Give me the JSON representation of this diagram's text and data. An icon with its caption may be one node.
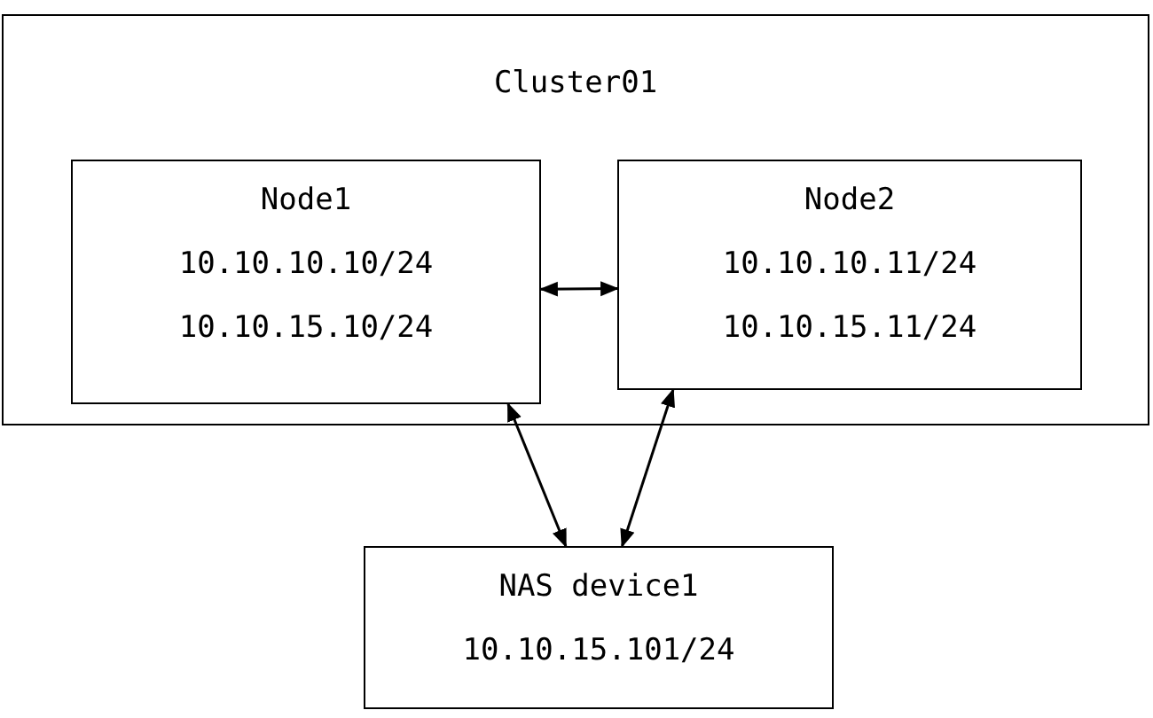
{
  "diagram": {
    "nodes": [
      {
        "text": [
          "Cluster01"
        ]
      },
      {
        "text": [
          "Node1",
          "10.10.10.10/24",
          "10.10.15.10/24"
        ],
        "in": 0
      },
      {
        "text": [
          "Node2",
          "10.10.10.11/24",
          "10.10.15.11/24"
        ],
        "in": 0
      },
      {
        "text": [
          "NAS device1",
          "10.10.15.101/24"
        ]
      }
    ],
    "edges": [
      {
        "from": 1,
        "to": 2,
        "arrow": "both"
      },
      {
        "from": 1,
        "to": 3,
        "arrow": "both"
      },
      {
        "from": 2,
        "to": 3,
        "arrow": "both"
      }
    ]
  }
}
